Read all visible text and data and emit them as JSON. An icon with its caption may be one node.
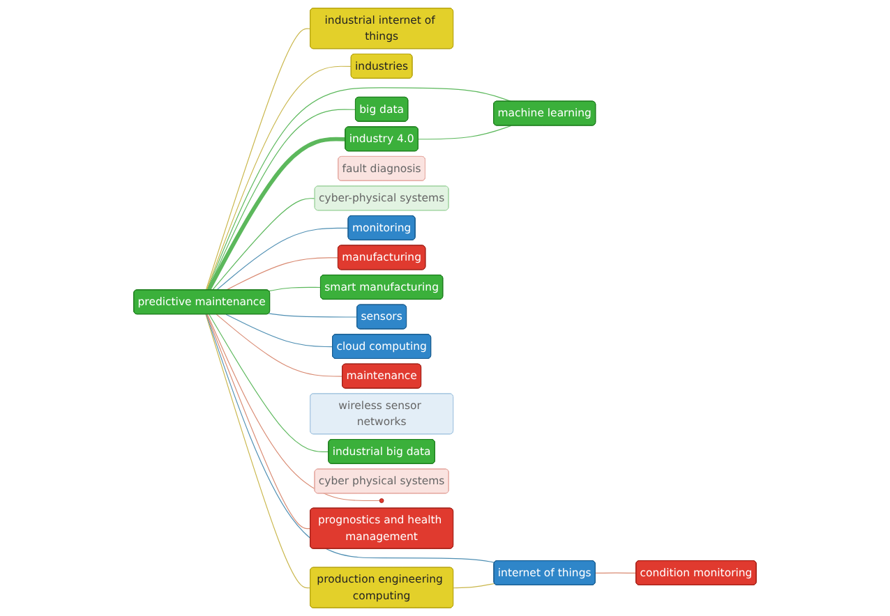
{
  "diagram": {
    "nodes": [
      {
        "text": [
          "industrial internet of things"
        ]
      },
      {
        "text": [
          "industries"
        ]
      },
      {
        "text": [
          "industry 4.0"
        ]
      },
      {
        "text": [
          "machine learning"
        ]
      },
      {
        "text": [
          "big data"
        ]
      },
      {
        "text": [
          "production engineering computing"
        ]
      },
      {
        "text": [
          "fault diagnosis"
        ]
      },
      {
        "text": [
          "internet of things"
        ]
      },
      {
        "text": [
          "cyber-physical systems"
        ]
      },
      {
        "text": [
          "predictive maintenance"
        ]
      },
      {
        "text": [
          "monitoring"
        ]
      },
      {
        "text": [
          "condition monitoring"
        ]
      },
      {
        "text": [
          "manufacturing"
        ]
      },
      {
        "text": [
          "smart manufacturing"
        ]
      },
      {
        "text": [
          "sensors"
        ]
      },
      {
        "text": [
          "cloud computing"
        ]
      },
      {
        "text": [
          "maintenance"
        ]
      },
      {
        "text": [
          "wireless sensor networks"
        ]
      },
      {
        "text": [
          "industrial big data"
        ]
      },
      {
        "text": [
          "cyber physical systems"
        ]
      },
      {
        "text": [],
        "shape": "circle"
      },
      {
        "text": [
          "prognostics and health management"
        ]
      }
    ],
    "edges": [
      {
        "from": 9,
        "to": 2,
        "arrow": "none",
        "style": "thick"
      },
      {
        "from": 9,
        "to": 3,
        "arrow": "none"
      },
      {
        "from": 9,
        "to": 4,
        "arrow": "none"
      },
      {
        "from": 9,
        "to": 13,
        "arrow": "none"
      },
      {
        "from": 9,
        "to": 18,
        "arrow": "none"
      },
      {
        "from": 9,
        "to": 8,
        "arrow": "none"
      },
      {
        "from": 9,
        "to": 0,
        "arrow": "none",
        "color": "#c9b64a"
      },
      {
        "from": 9,
        "to": 1,
        "arrow": "none",
        "color": "#c9b64a"
      },
      {
        "from": 9,
        "to": 5,
        "arrow": "none",
        "color": "#c9b64a"
      },
      {
        "from": 9,
        "to": 7,
        "arrow": "none",
        "color": "#4f8fb3"
      },
      {
        "from": 9,
        "to": 10,
        "arrow": "none",
        "color": "#4f8fb3"
      },
      {
        "from": 9,
        "to": 14,
        "arrow": "none",
        "color": "#4f8fb3"
      },
      {
        "from": 9,
        "to": 15,
        "arrow": "none",
        "color": "#4f8fb3"
      },
      {
        "from": 9,
        "to": 12,
        "arrow": "none",
        "color": "#d98a72"
      },
      {
        "from": 9,
        "to": 16,
        "arrow": "none",
        "color": "#d98a72"
      },
      {
        "from": 9,
        "to": 20,
        "arrow": "none",
        "color": "#d98a72"
      },
      {
        "from": 9,
        "to": 21,
        "arrow": "none",
        "color": "#d98a72"
      },
      {
        "from": 2,
        "to": 3,
        "arrow": "none"
      },
      {
        "from": 5,
        "to": 7,
        "arrow": "none",
        "color": "#c9b64a"
      },
      {
        "from": 7,
        "to": 11,
        "arrow": "none",
        "color": "#d98a72"
      }
    ]
  }
}
